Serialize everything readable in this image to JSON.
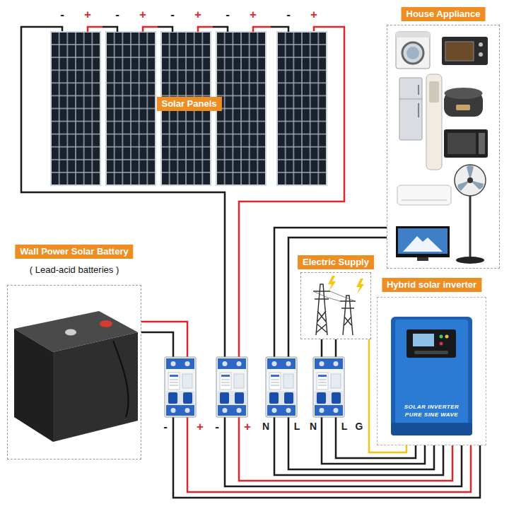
{
  "diagram": {
    "nodes": [
      {
        "text": [
          "Solar Panels"
        ]
      },
      {
        "text": [
          "House Appliance"
        ]
      },
      {
        "text": [
          "Wall Power Solar Battery",
          "( Lead-acid batteries )"
        ]
      },
      {
        "text": [
          "Electric Supply"
        ]
      },
      {
        "text": [
          "Hybrid solar inverter",
          "SOLAR INVERTER",
          "PURE SINE WAVE"
        ]
      }
    ],
    "edges": [
      {
        "from": 0,
        "to": 4,
        "arrow": "none"
      },
      {
        "from": 0,
        "to": 4,
        "arrow": "none"
      },
      {
        "from": 2,
        "to": 4,
        "arrow": "none"
      },
      {
        "from": 2,
        "to": 4,
        "arrow": "none"
      },
      {
        "from": 4,
        "to": 1,
        "arrow": "none"
      },
      {
        "from": 4,
        "to": 1,
        "arrow": "none"
      },
      {
        "from": 3,
        "to": 4,
        "arrow": "none"
      },
      {
        "from": 3,
        "to": 4,
        "arrow": "none"
      },
      {
        "from": 3,
        "to": 4,
        "arrow": "none"
      }
    ],
    "labels": [
      "-",
      "+",
      "-",
      "+",
      "-",
      "+",
      "-",
      "+",
      "-",
      "+",
      "-",
      "+",
      "-",
      "+",
      "N",
      "L",
      "N",
      "L",
      "G"
    ]
  }
}
